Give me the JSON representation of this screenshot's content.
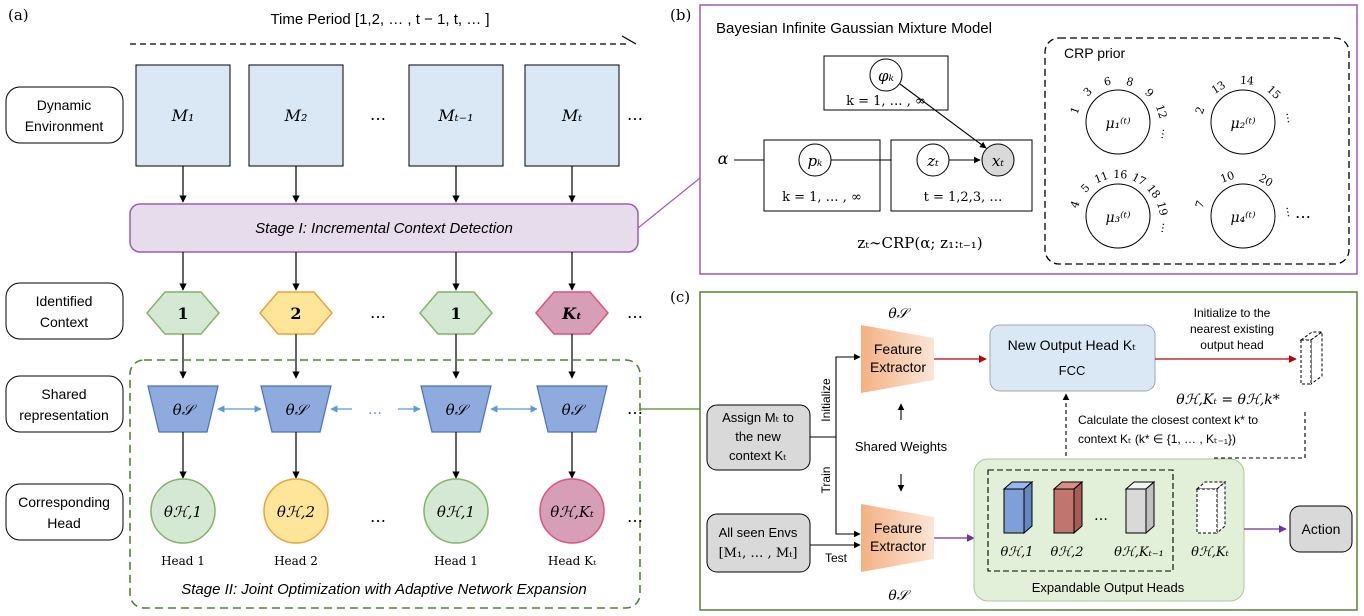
{
  "panel_labels": {
    "a": "(a)",
    "b": "(b)",
    "c": "(c)"
  },
  "panel_a": {
    "time_period": "Time Period [1,2, … , t − 1, t, … ]",
    "row_labels": {
      "dynamic_env": [
        "Dynamic",
        "Environment"
      ],
      "identified_context": [
        "Identified",
        "Context"
      ],
      "shared_rep": [
        "Shared",
        "representation"
      ],
      "corresponding_head": [
        "Corresponding",
        "Head"
      ]
    },
    "env_boxes": [
      "M₁",
      "M₂",
      "Mₜ₋₁",
      "Mₜ"
    ],
    "ellipsis": "…",
    "stage1": "Stage I: Incremental Context Detection",
    "contexts": [
      "1",
      "2",
      "1",
      "Kₜ"
    ],
    "context_colors": [
      "#d5e8d4",
      "#ffe599",
      "#d5e8d4",
      "#d79fb7"
    ],
    "context_strokes": [
      "#82b366",
      "#e8a33a",
      "#82b366",
      "#e0517b"
    ],
    "theta_s": "θ𝒮",
    "heads": [
      "θℋ,1",
      "θℋ,2",
      "θℋ,1",
      "θℋ,Kₜ"
    ],
    "head_labels": [
      "Head 1",
      "Head 2",
      "Head 1",
      "Head Kₜ"
    ],
    "stage2": "Stage II: Joint Optimization with Adaptive Network Expansion"
  },
  "panel_b": {
    "title": "Bayesian Infinite Gaussian Mixture Model",
    "phi": "φₖ",
    "k_range_top": "k = 1, … , ∞",
    "alpha": "α",
    "p": "pₖ",
    "k_range_bottom": "k = 1, … , ∞",
    "z": "zₜ",
    "x": "xₜ",
    "t_range": "t = 1,2,3, …",
    "crp_eq": "zₜ∼CRP(α; z₁:ₜ₋₁)",
    "crp_title": "CRP prior",
    "mu": [
      "μ₁⁽ᵗ⁾",
      "μ₂⁽ᵗ⁾",
      "μ₃⁽ᵗ⁾",
      "μ₄⁽ᵗ⁾"
    ],
    "table_numbers": [
      [
        "1",
        "3",
        "6",
        "8",
        "9",
        "12",
        "⋯"
      ],
      [
        "2",
        "13",
        "14",
        "15",
        "⋯"
      ],
      [
        "4",
        "5",
        "11",
        "16",
        "17",
        "18",
        "19",
        "⋯"
      ],
      [
        "7",
        "10",
        "20",
        "⋯"
      ]
    ],
    "dots": "…"
  },
  "panel_c": {
    "assign": [
      "Assign Mₜ to",
      "the new",
      "context Kₜ"
    ],
    "all_seen": [
      "All seen Envs",
      "[M₁, … , Mₜ]"
    ],
    "initialize": "Initialize",
    "train": "Train",
    "test": "Test",
    "theta_s": "θ𝒮",
    "feature_extractor": [
      "Feature",
      "Extractor"
    ],
    "shared_weights": "Shared Weights",
    "new_head": "New Output Head Kₜ",
    "fcc": "FCC",
    "init_nearest": [
      "Initialize to the",
      "nearest existing",
      "output head"
    ],
    "theta_eq": "θℋ,Kₜ = θℋ,k*",
    "calc": [
      "Calculate the closest context k* to",
      "context Kₜ (k* ∈ {1, … , Kₜ₋₁})"
    ],
    "heads": [
      "θℋ,1",
      "θℋ,2",
      "θℋ,Kₜ₋₁",
      "θℋ,Kₜ"
    ],
    "head_colors": [
      "#7e9fd8",
      "#c0766f",
      "#d9d9d9"
    ],
    "dots": "…",
    "expandable": "Expandable Output Heads",
    "action": "Action"
  }
}
